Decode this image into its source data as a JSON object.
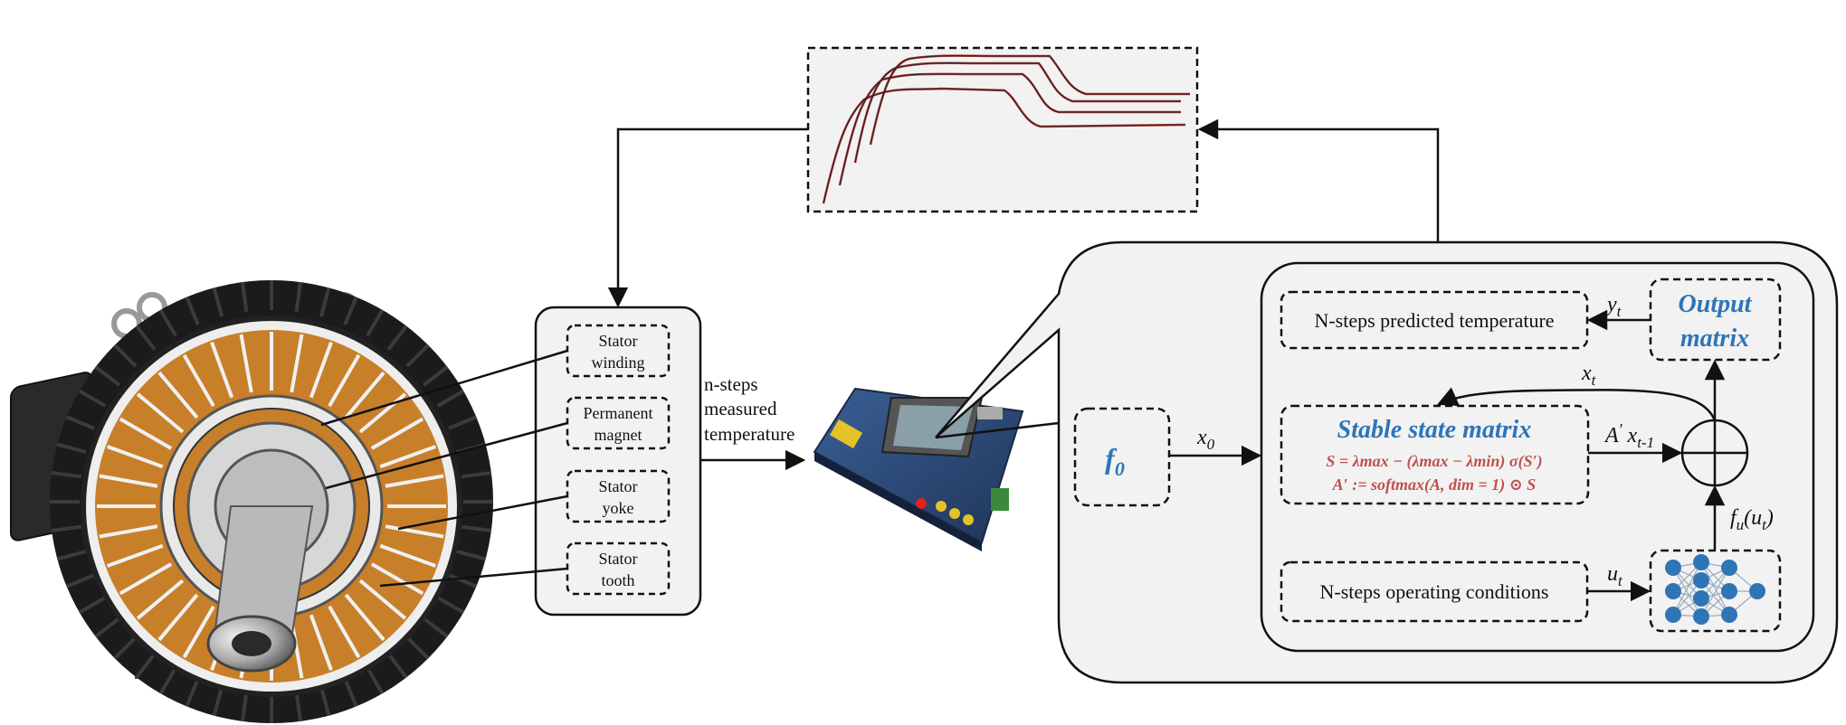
{
  "colors": {
    "panel_fill": "#f2f2f2",
    "line": "#111111",
    "accent_blue": "#2e75b6",
    "accent_red": "#c0504d",
    "copper": "#c87f2a",
    "pcb_blue": "#2b4a7a"
  },
  "motor_parts": [
    "Stator winding",
    "Permanent magnet",
    "Stator yoke",
    "Stator tooth"
  ],
  "motor_parts_lines": [
    [
      "Stator",
      "winding"
    ],
    [
      "Permanent",
      "magnet"
    ],
    [
      "Stator",
      "yoke"
    ],
    [
      "Stator",
      "tooth"
    ]
  ],
  "measured": {
    "line1": "n-steps",
    "line2": "measured",
    "line3": "temperature"
  },
  "model": {
    "predicted": "N-steps predicted temperature",
    "operating": "N-steps operating conditions",
    "f0_symbol": "f",
    "f0_sub": "0",
    "output_matrix_line1": "Output",
    "output_matrix_line2": "matrix",
    "stable_title": "Stable state matrix",
    "eq1": "S = λmax − (λmax − λmin) σ(S′)",
    "eq2": "A′ := softmax(A, dim = 1) ⊙ S"
  },
  "signals": {
    "x0": "x0",
    "xt": "xt",
    "yt": "yt",
    "ut": "ut",
    "a_x": "A′xt-1",
    "fu": "fu(ut)"
  },
  "icons": [
    "motor-image-icon",
    "temperature-plot-icon",
    "dev-board-icon",
    "neural-network-icon",
    "summation-icon"
  ]
}
